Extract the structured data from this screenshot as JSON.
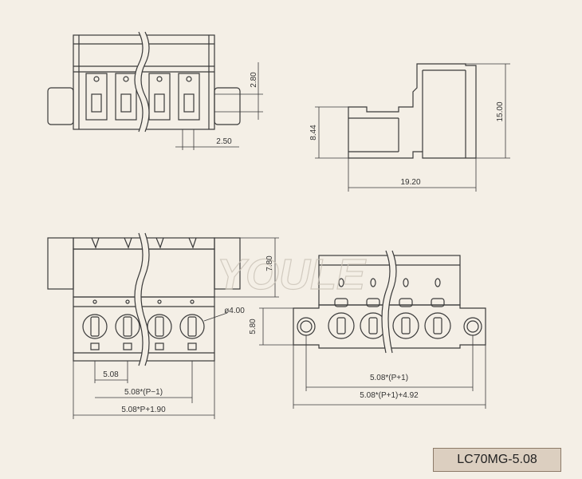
{
  "part_number": "LC70MG-5.08",
  "watermark": "YOULE",
  "colors": {
    "background": "#f4efe6",
    "line": "#3a3a3a",
    "label_bg": "#dccfc0"
  },
  "top_left_view": {
    "dim_height": "2.80",
    "dim_width": "2.50"
  },
  "side_view": {
    "dim_height_small": "8.44",
    "dim_height_total": "15.00",
    "dim_length": "19.20"
  },
  "front_view": {
    "dim_height_top": "7.80",
    "dim_hole": "ø4.00",
    "dim_pitch": "5.08",
    "dim_span_p_minus_1": "5.08*(P−1)",
    "dim_total": "5.08*P+1.90"
  },
  "flange_view": {
    "dim_height": "5.80",
    "dim_span_p_plus_1": "5.08*(P+1)",
    "dim_total": "5.08*(P+1)+4.92"
  }
}
